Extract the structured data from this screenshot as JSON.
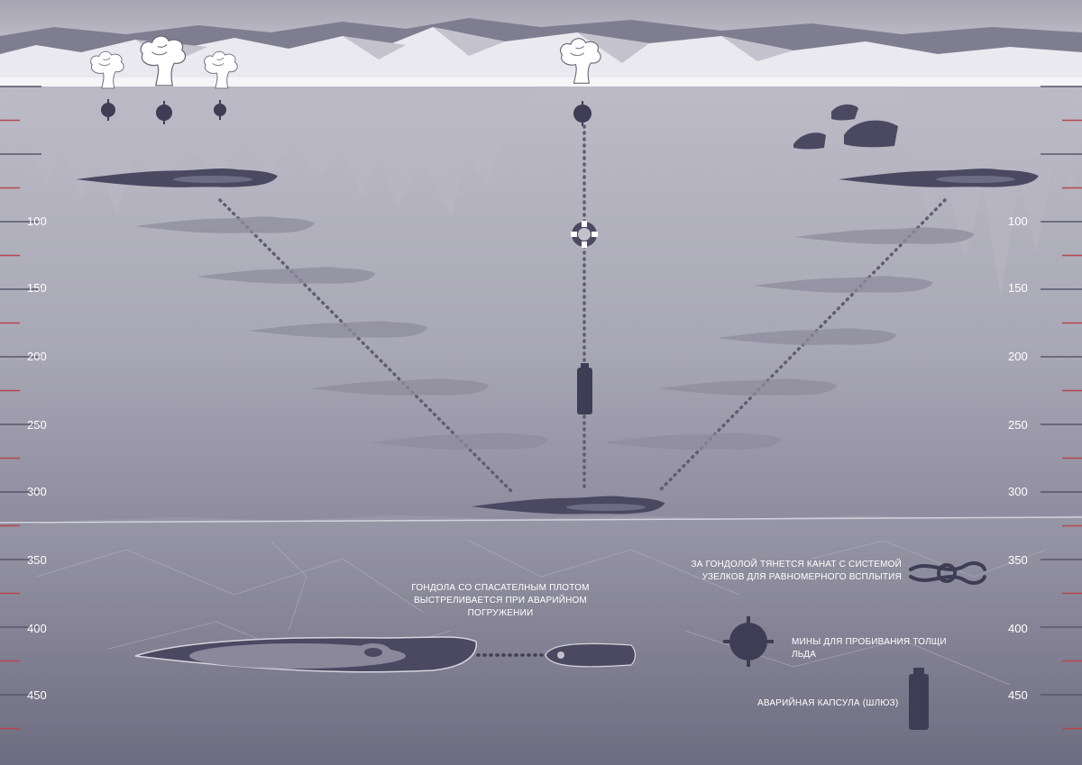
{
  "depth_scale": {
    "ticks": [
      "100",
      "150",
      "200",
      "250",
      "300",
      "350",
      "400",
      "450"
    ]
  },
  "captions": {
    "rope": "За гондолой тянется канат с системой узелков для равномерного всплытия",
    "raft": "Гондола со спасателным плотом выстреливается при аварийном погружении",
    "mines": "Мины для пробивания толщи льда",
    "capsule": "Аварийная капсула (шлюз)"
  },
  "colors": {
    "water_top": "#b9b8c3",
    "water_bottom": "#6e6c80",
    "submarine": "#4b4862",
    "ghost": "#8f8d9d",
    "tick_red": "#b5474e",
    "tick_dark": "#58566a",
    "ice_surface": "#f4f4f7"
  },
  "icons": [
    "explosion-icon",
    "mine-icon",
    "walrus-icon",
    "lifebuoy-icon",
    "capsule-icon",
    "rope-knot-icon",
    "submarine-icon",
    "raft-gondola-icon"
  ]
}
